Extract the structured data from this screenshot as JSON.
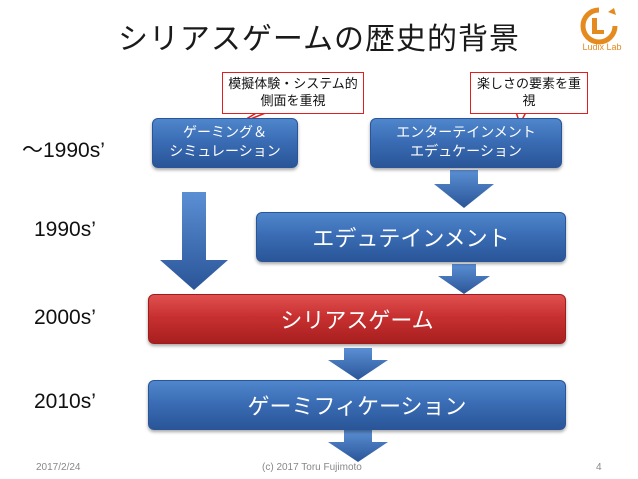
{
  "slide": {
    "title": "シリアスゲームの歴史的背景",
    "logo_text": "Ludix Lab",
    "eras": [
      "〜1990s’",
      "1990s’",
      "2000s’",
      "2010s’"
    ],
    "callouts": {
      "left": "模擬体験・システム的側面を重視",
      "right": "楽しさの要素を重視"
    },
    "boxes": {
      "gaming_simulation": "ゲーミング＆\nシミュレーション",
      "entertainment_education": "エンターテインメント\nエデュケーション",
      "edutainment": "エデュテインメント",
      "serious_game": "シリアスゲーム",
      "gamification": "ゲーミフィケーション"
    },
    "footer": {
      "date": "2017/2/24",
      "copyright": "(c) 2017 Toru Fujimoto",
      "page": "4"
    },
    "colors": {
      "blue": "#3a6db5",
      "red": "#c83030",
      "callout_border": "#e02020",
      "arrow": "#3a6db5",
      "logo_accent": "#e58a1f"
    }
  }
}
